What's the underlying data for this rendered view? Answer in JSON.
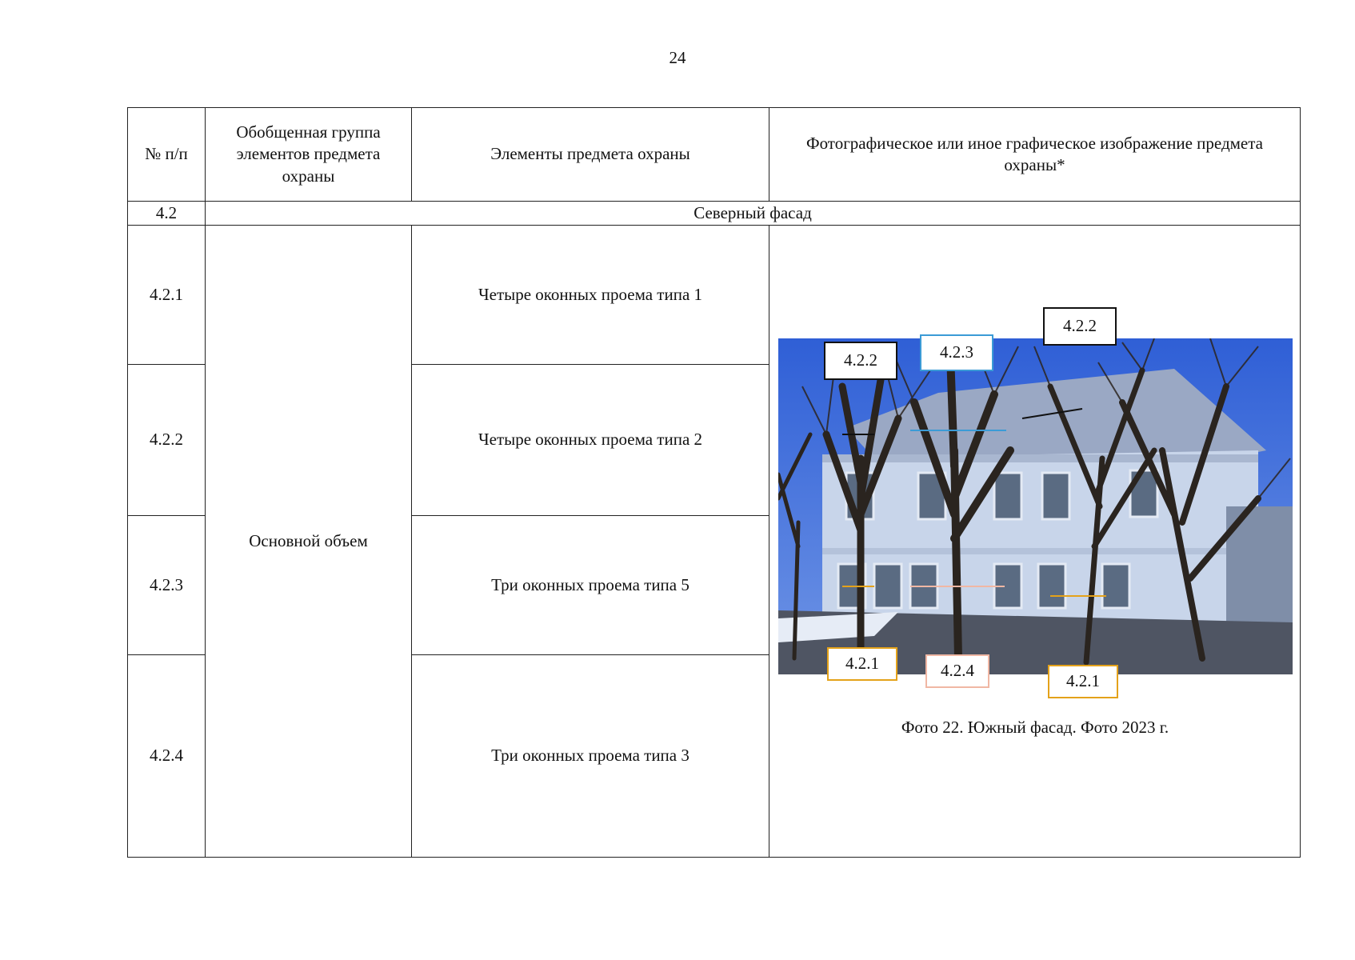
{
  "page_number": "24",
  "table": {
    "headers": {
      "number": "№ п/п",
      "group": "Обобщенная группа элементов предмета охраны",
      "elements": "Элементы предмета охраны",
      "image": "Фотографическое или иное графическое изображение предмета охраны*"
    },
    "section": {
      "number": "4.2",
      "title": "Северный фасад"
    },
    "group_name": "Основной объем",
    "rows": [
      {
        "number": "4.2.1",
        "element": "Четыре оконных проема типа 1"
      },
      {
        "number": "4.2.2",
        "element": "Четыре оконных проема типа 2"
      },
      {
        "number": "4.2.3",
        "element": "Три оконных проема типа 5"
      },
      {
        "number": "4.2.4",
        "element": "Три оконных проема типа 3"
      }
    ]
  },
  "photo": {
    "caption": "Фото 22. Южный фасад. Фото 2023 г.",
    "callouts": [
      {
        "label": "4.2.2",
        "color": "#111111"
      },
      {
        "label": "4.2.3",
        "color": "#3b9bd6"
      },
      {
        "label": "4.2.2",
        "color": "#111111"
      },
      {
        "label": "4.2.1",
        "color": "#e4a21a"
      },
      {
        "label": "4.2.4",
        "color": "#f0b7a4"
      },
      {
        "label": "4.2.1",
        "color": "#e4a21a"
      }
    ]
  }
}
